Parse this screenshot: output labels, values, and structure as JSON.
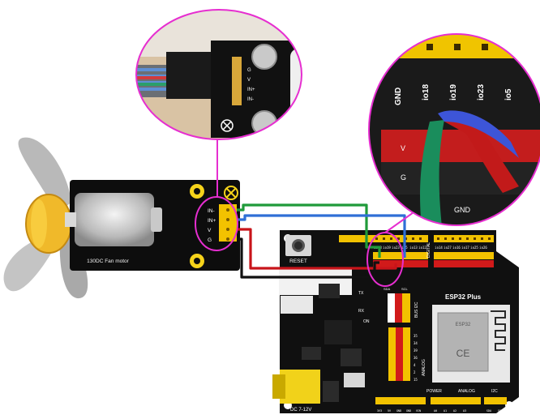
{
  "fan_module": {
    "caption": "130DC Fan motor",
    "pins": [
      "IN-",
      "IN+",
      "V",
      "G"
    ]
  },
  "zoom_module": {
    "pins": [
      "G",
      "V",
      "IN+",
      "IN-"
    ]
  },
  "zoom_board": {
    "pins": [
      "GND",
      "io18",
      "io19",
      "io23",
      "io5"
    ],
    "side_labels": [
      "V",
      "G"
    ],
    "bottom_label": "GND"
  },
  "board": {
    "name": "ESP32 Plus",
    "reset_label": "RESET",
    "power_jack_label": "DC 7-12V",
    "header_labels": {
      "digital": "DIGITAL",
      "analog": "ANALOG",
      "power": "POWER",
      "analog_bottom": "ANALOG",
      "i2c": "I2C",
      "bus_i2c": "BUS I2C",
      "tx": "TX",
      "rx": "RX",
      "on": "ON",
      "scl": "SCL",
      "sda": "SDA"
    },
    "top_pin_labels": [
      "io18",
      "io19",
      "io23",
      "io5",
      "io13",
      "io12",
      "io14",
      "io27",
      "io16",
      "io17",
      "io25",
      "io26"
    ],
    "analog_pin_labels": [
      "35",
      "34",
      "39",
      "36",
      "4",
      "2",
      "15"
    ],
    "bottom_pin_labels": [
      "3V3",
      "5V",
      "GND",
      "GND",
      "VIN",
      "A0",
      "A1",
      "A2",
      "A3",
      "SDA",
      "SCL"
    ]
  },
  "colors": {
    "wire_green": "#1f9a3a",
    "wire_blue": "#2f6fd6",
    "wire_red": "#c8141a",
    "wire_black": "#111111",
    "callout": "#e62ed0",
    "header_yellow": "#f2c200",
    "header_red": "#d11a1a",
    "board": "#111111"
  }
}
